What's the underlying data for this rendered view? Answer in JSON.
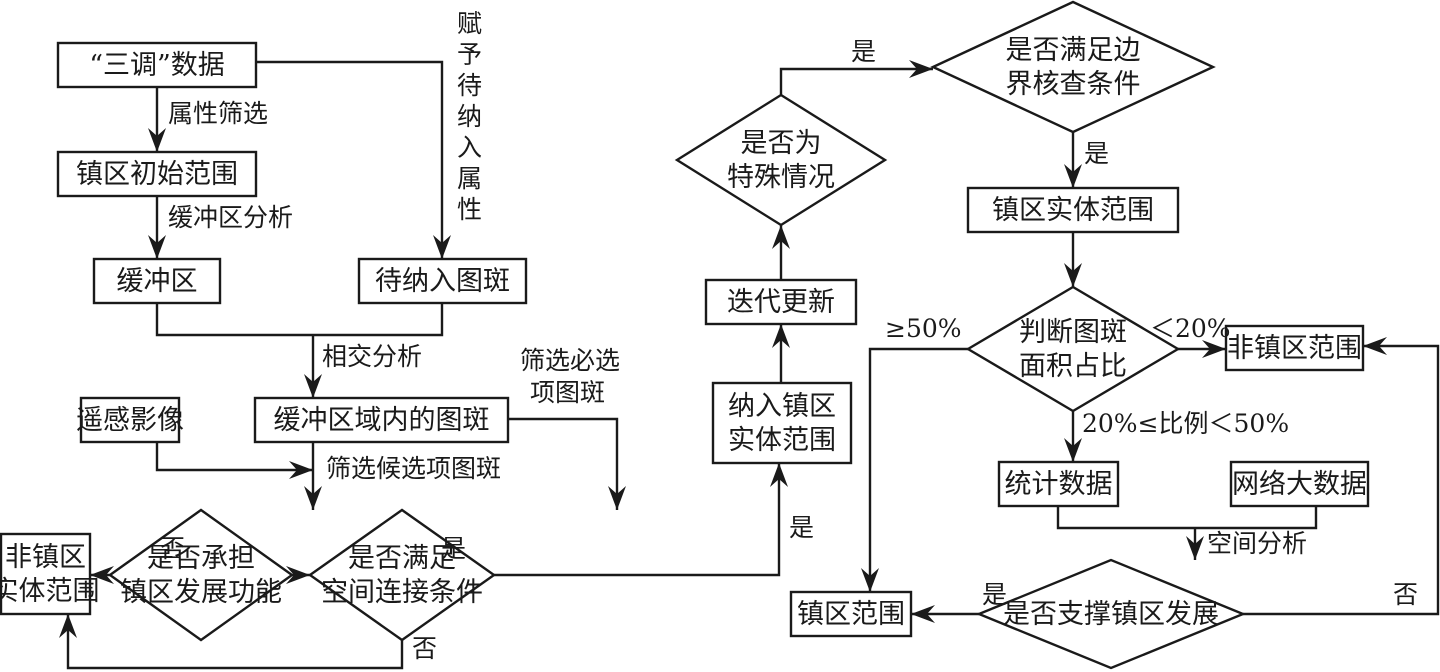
{
  "diagram": {
    "type": "flowchart",
    "colors": {
      "stroke": "#1a1a1a",
      "background": "#ffffff"
    },
    "nodes": {
      "sandiao_data": {
        "shape": "rect",
        "text": [
          "“三调”数据"
        ]
      },
      "initial_range": {
        "shape": "rect",
        "text": [
          "镇区初始范围"
        ]
      },
      "buffer": {
        "shape": "rect",
        "text": [
          "缓冲区"
        ]
      },
      "pending_patches": {
        "shape": "rect",
        "text": [
          "待纳入图斑"
        ]
      },
      "remote_sensing": {
        "shape": "rect",
        "text": [
          "遥感影像"
        ]
      },
      "patches_in_buffer": {
        "shape": "rect",
        "text": [
          "缓冲区域内的图斑"
        ]
      },
      "non_town_entity_left": {
        "shape": "rect",
        "text": [
          "非镇区",
          "实体范围"
        ]
      },
      "q_town_function": {
        "shape": "diamond",
        "text": [
          "是否承担",
          "镇区发展功能"
        ]
      },
      "q_spatial_connect": {
        "shape": "diamond",
        "text": [
          "是否满足",
          "空间连接条件"
        ]
      },
      "include_entity": {
        "shape": "rect",
        "text": [
          "纳入镇区",
          "实体范围"
        ]
      },
      "iterate_update": {
        "shape": "rect",
        "text": [
          "迭代更新"
        ]
      },
      "q_special_case": {
        "shape": "diamond",
        "text": [
          "是否为",
          "特殊情况"
        ]
      },
      "q_boundary_check": {
        "shape": "diamond",
        "text": [
          "是否满足边",
          "界核查条件"
        ]
      },
      "town_entity_range": {
        "shape": "rect",
        "text": [
          "镇区实体范围"
        ]
      },
      "q_area_ratio": {
        "shape": "diamond",
        "text": [
          "判断图斑",
          "面积占比"
        ]
      },
      "non_town_range": {
        "shape": "rect",
        "text": [
          "非镇区范围"
        ]
      },
      "statistics_data": {
        "shape": "rect",
        "text": [
          "统计数据"
        ]
      },
      "web_big_data": {
        "shape": "rect",
        "text": [
          "网络大数据"
        ]
      },
      "q_support_town": {
        "shape": "diamond",
        "text": [
          "是否支撑镇区发展"
        ]
      },
      "town_range": {
        "shape": "rect",
        "text": [
          "镇区范围"
        ]
      }
    },
    "edge_labels": {
      "attr_filter": "属性筛选",
      "buffer_analysis": "缓冲区分析",
      "assign_attr_vertical": [
        "赋",
        "予",
        "待",
        "纳",
        "入",
        "属",
        "性"
      ],
      "intersect_analysis": "相交分析",
      "filter_required": [
        "筛选必选",
        "项图斑"
      ],
      "filter_candidate": "筛选候选项图斑",
      "no_function": "否",
      "yes_function": "是",
      "no_connect": "否",
      "yes_connect": "是",
      "yes_special": "是",
      "yes_boundary": "是",
      "ge50": "≥50%",
      "lt20": "＜20%",
      "between": "20%≤比例＜50%",
      "spatial_analysis": "空间分析",
      "yes_support": "是",
      "no_support": "否"
    },
    "edges": [
      {
        "from": "sandiao_data",
        "to": "initial_range",
        "label": "attr_filter"
      },
      {
        "from": "sandiao_data",
        "to": "pending_patches",
        "label": "assign_attr_vertical"
      },
      {
        "from": "initial_range",
        "to": "buffer",
        "label": "buffer_analysis"
      },
      {
        "from": [
          "buffer",
          "pending_patches"
        ],
        "to": "patches_in_buffer",
        "label": "intersect_analysis"
      },
      {
        "from": [
          "remote_sensing",
          "patches_in_buffer"
        ],
        "to": "q_town_function",
        "label": "filter_candidate"
      },
      {
        "from": "patches_in_buffer",
        "to": "q_spatial_connect",
        "label": "filter_required"
      },
      {
        "from": "q_town_function",
        "to": "non_town_entity_left",
        "label": "no_function"
      },
      {
        "from": "q_town_function",
        "to": "q_spatial_connect",
        "label": "yes_function"
      },
      {
        "from": "q_spatial_connect",
        "to": "non_town_entity_left",
        "label": "no_connect"
      },
      {
        "from": "q_spatial_connect",
        "to": "include_entity",
        "label": "yes_connect"
      },
      {
        "from": "include_entity",
        "to": "iterate_update"
      },
      {
        "from": "iterate_update",
        "to": "q_special_case"
      },
      {
        "from": "q_special_case",
        "to": "q_boundary_check",
        "label": "yes_special"
      },
      {
        "from": "q_boundary_check",
        "to": "town_entity_range",
        "label": "yes_boundary"
      },
      {
        "from": "town_entity_range",
        "to": "q_area_ratio"
      },
      {
        "from": "q_area_ratio",
        "to": "town_range",
        "label": "ge50"
      },
      {
        "from": "q_area_ratio",
        "to": "non_town_range",
        "label": "lt20"
      },
      {
        "from": "q_area_ratio",
        "to": "statistics_data",
        "label": "between"
      },
      {
        "from": [
          "statistics_data",
          "web_big_data"
        ],
        "to": "q_support_town",
        "label": "spatial_analysis"
      },
      {
        "from": "q_support_town",
        "to": "town_range",
        "label": "yes_support"
      },
      {
        "from": "q_support_town",
        "to": "non_town_range",
        "label": "no_support"
      }
    ]
  }
}
